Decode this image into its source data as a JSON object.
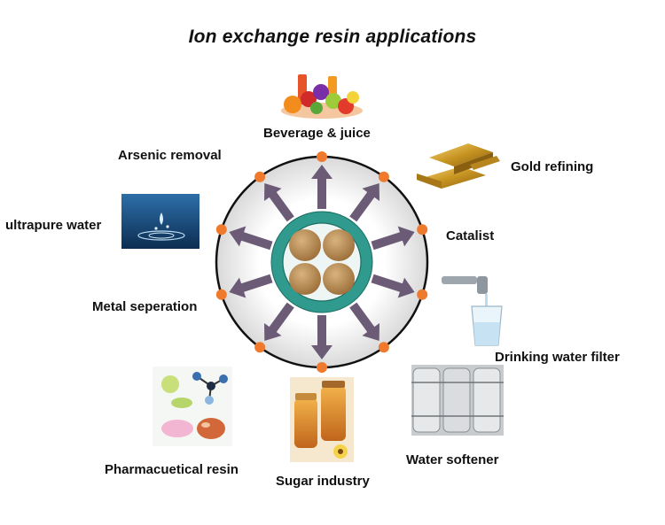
{
  "title": "Ion exchange resin applications",
  "applications": [
    {
      "label": "Beverage & juice",
      "image": "fruit-and-juice-image"
    },
    {
      "label": "Gold refining",
      "image": "gold-bars-image"
    },
    {
      "label": "Catalist",
      "image": ""
    },
    {
      "label": "Drinking water filter",
      "image": "tap-water-glass-image"
    },
    {
      "label": "Water softener",
      "image": "industrial-tanks-image"
    },
    {
      "label": "Sugar industry",
      "image": "honey-jars-image"
    },
    {
      "label": "Pharmacuetical resin",
      "image": "pharmaceutical-molecules-image"
    },
    {
      "label": "Metal seperation",
      "image": ""
    },
    {
      "label": "ultrapure water",
      "image": "water-drop-image"
    },
    {
      "label": "Arsenic removal",
      "image": ""
    }
  ],
  "colors": {
    "node": "#ef7a2e",
    "arrow": "#6c5b77",
    "ring": "#111111",
    "hub_ring": "#2f9a8d",
    "bead": "#b98c52"
  }
}
